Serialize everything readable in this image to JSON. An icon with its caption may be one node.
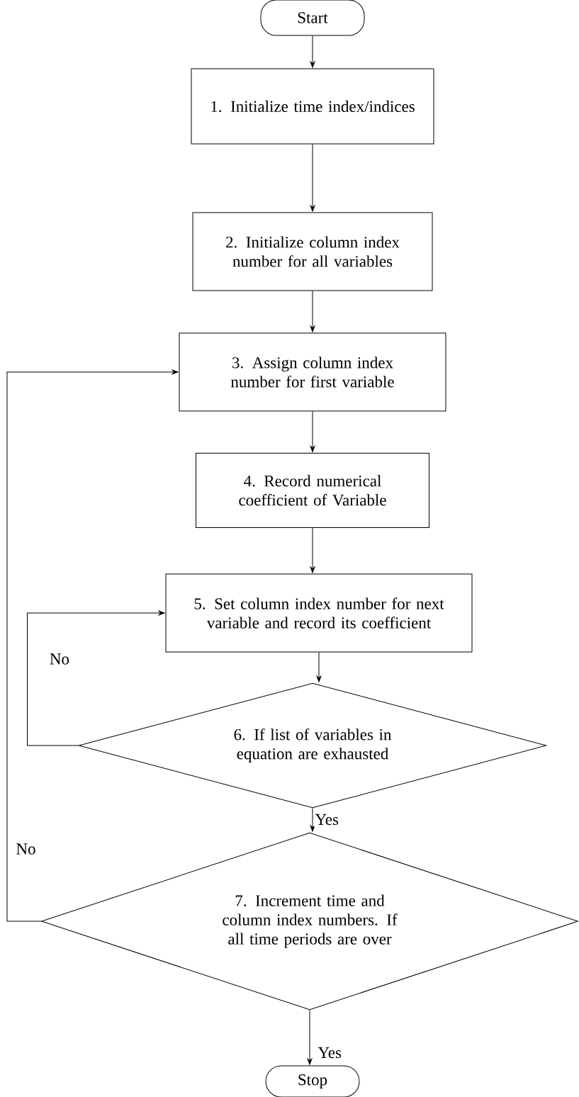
{
  "diagram": {
    "nodes": [
      {
        "text": [
          "Start"
        ]
      },
      {
        "text": [
          "1. Initialize time index/indices"
        ]
      },
      {
        "text": [
          "2. Initialize column index number for all variables"
        ]
      },
      {
        "text": [
          "3. Assign column index number for first variable"
        ]
      },
      {
        "text": [
          "4. Record numerical coefficient of Variable"
        ]
      },
      {
        "text": [
          "5. Set column index number for next variable and record its coefficient"
        ]
      },
      {
        "text": [
          "6. If list of variables in equation are exhausted"
        ]
      },
      {
        "text": [
          "7. Increment time and column index numbers. If all time periods are over"
        ]
      },
      {
        "text": [
          "Stop"
        ]
      }
    ],
    "edges": [
      {
        "from": 0,
        "to": 1,
        "arrow": "to"
      },
      {
        "from": 1,
        "to": 2,
        "arrow": "to"
      },
      {
        "from": 2,
        "to": 3,
        "arrow": "to"
      },
      {
        "from": 3,
        "to": 4,
        "arrow": "to"
      },
      {
        "from": 4,
        "to": 5,
        "arrow": "to"
      },
      {
        "from": 5,
        "to": 6,
        "arrow": "to"
      },
      {
        "from": 6,
        "to": 7,
        "arrow": "to",
        "label": "Yes"
      },
      {
        "from": 7,
        "to": 8,
        "arrow": "to",
        "label": "Yes"
      },
      {
        "from": 6,
        "to": 5,
        "arrow": "to",
        "label": "No"
      },
      {
        "from": 7,
        "to": 3,
        "arrow": "to",
        "label": "No"
      }
    ]
  }
}
